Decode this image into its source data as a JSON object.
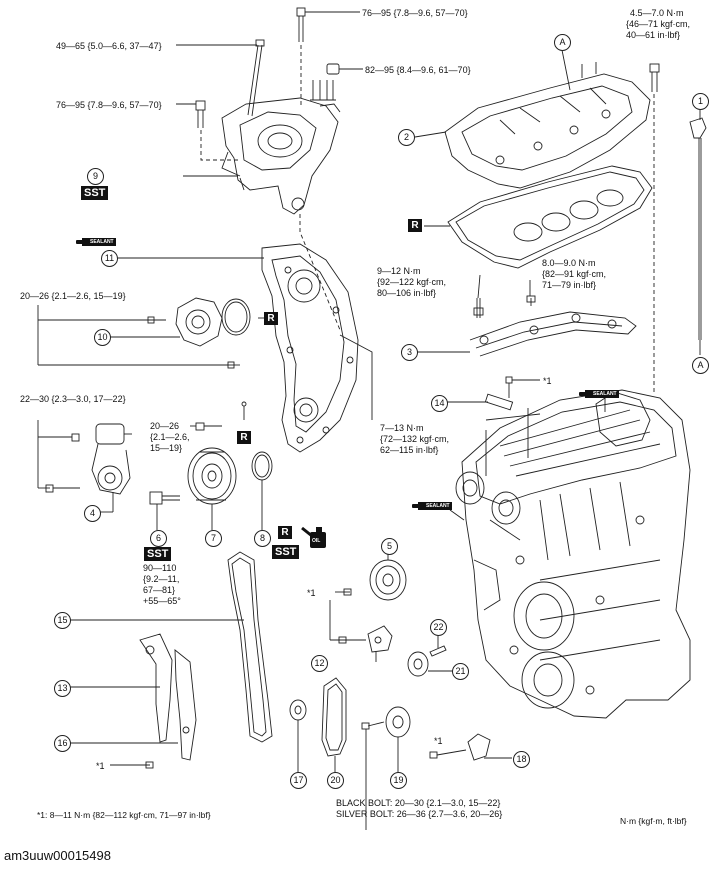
{
  "figure_id": "am3uuw00015498",
  "unit_note": "N·m {kgf·m, ft·lbf}",
  "footnote": "*1: 8—11 N·m {82—112 kgf·cm, 71—97 in·lbf}",
  "callouts": {
    "c1": "1",
    "c2": "2",
    "c3": "3",
    "c4": "4",
    "c5": "5",
    "c6": "6",
    "c7": "7",
    "c8": "8",
    "c9": "9",
    "c10": "10",
    "c11": "11",
    "c12": "12",
    "c13": "13",
    "c14": "14",
    "c15": "15",
    "c16": "16",
    "c17": "17",
    "c18": "18",
    "c19": "19",
    "c20": "20",
    "c21": "21",
    "c22": "22",
    "cA1": "A",
    "cA2": "A"
  },
  "badges": {
    "sst": "SST",
    "r": "R",
    "sealant": "SEALANT",
    "oil": "OIL"
  },
  "torques": {
    "t_top_bolt": "76—95 {7.8—9.6, 57—70}",
    "t_mount_stud": "49—65 {5.0—6.6, 37—47}",
    "t_mount_nut": "82—95 {8.4—9.6, 61—70}",
    "t_mount_bolt": "76—95 {7.8—9.6, 57—70}",
    "t_cover_top": [
      "4.5—7.0 N·m",
      "{46—71 kgf·cm,",
      "40—61 in·lbf}"
    ],
    "t_oil_ctrl_a": [
      "9—12 N·m",
      "{92—122 kgf·cm,",
      "80—106 in·lbf}"
    ],
    "t_oil_ctrl_b": [
      "8.0—9.0 N·m",
      "{82—91 kgf·cm,",
      "71—79 in·lbf}"
    ],
    "t_pump": "20—26 {2.1—2.6, 15—19}",
    "t_tensioner": "22—30 {2.3—3.0, 17—22}",
    "t_idler": [
      "20—26",
      "{2.1—2.6,",
      "15—19}"
    ],
    "t_front_cover": [
      "7—13 N·m",
      "{72—132 kgf·cm,",
      "62—115 in·lbf}"
    ],
    "t_pulley_bolt": [
      "90—110",
      "{9.2—11,",
      "67—81}",
      "+55—65°"
    ],
    "star1": "*1",
    "bolt_black": "BLACK BOLT: 20—30 {2.1—3.0, 15—22}",
    "bolt_silver": "SILVER BOLT: 26—36 {2.7—3.6, 20—26}"
  }
}
